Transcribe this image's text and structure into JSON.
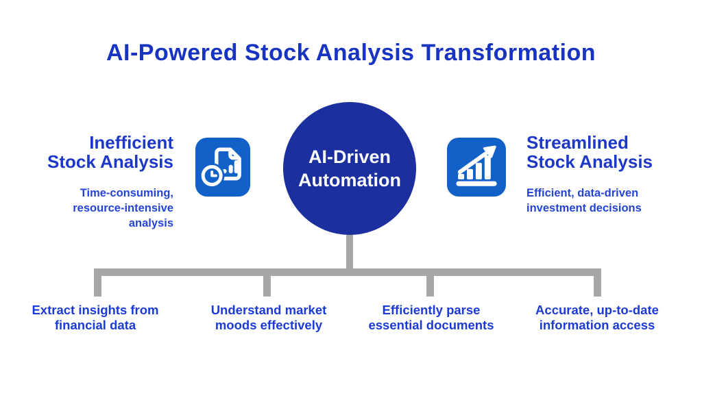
{
  "title": "AI-Powered Stock Analysis Transformation",
  "colors": {
    "title_blue": "#1733C1",
    "heading_blue": "#1D38C8",
    "body_blue": "#2444D6",
    "benefit_blue": "#1C3BD6",
    "circle_blue": "#1B2F9E",
    "icon_blue": "#1161C8",
    "connector_gray": "#A7A7A7",
    "background": "#FFFFFF"
  },
  "center": {
    "label": "AI-Driven\nAutomation"
  },
  "left_panel": {
    "heading": "Inefficient\nStock Analysis",
    "description": "Time-consuming,\nresource-intensive\nanalysis",
    "icon": "document-clock-icon"
  },
  "right_panel": {
    "heading": "Streamlined\nStock Analysis",
    "description": "Efficient, data-driven\ninvestment decisions",
    "icon": "growth-chart-icon"
  },
  "benefits": [
    {
      "label": "Extract insights from\nfinancial data"
    },
    {
      "label": "Understand market\nmoods effectively"
    },
    {
      "label": "Efficiently parse\nessential documents"
    },
    {
      "label": "Accurate, up-to-date\ninformation access"
    }
  ]
}
